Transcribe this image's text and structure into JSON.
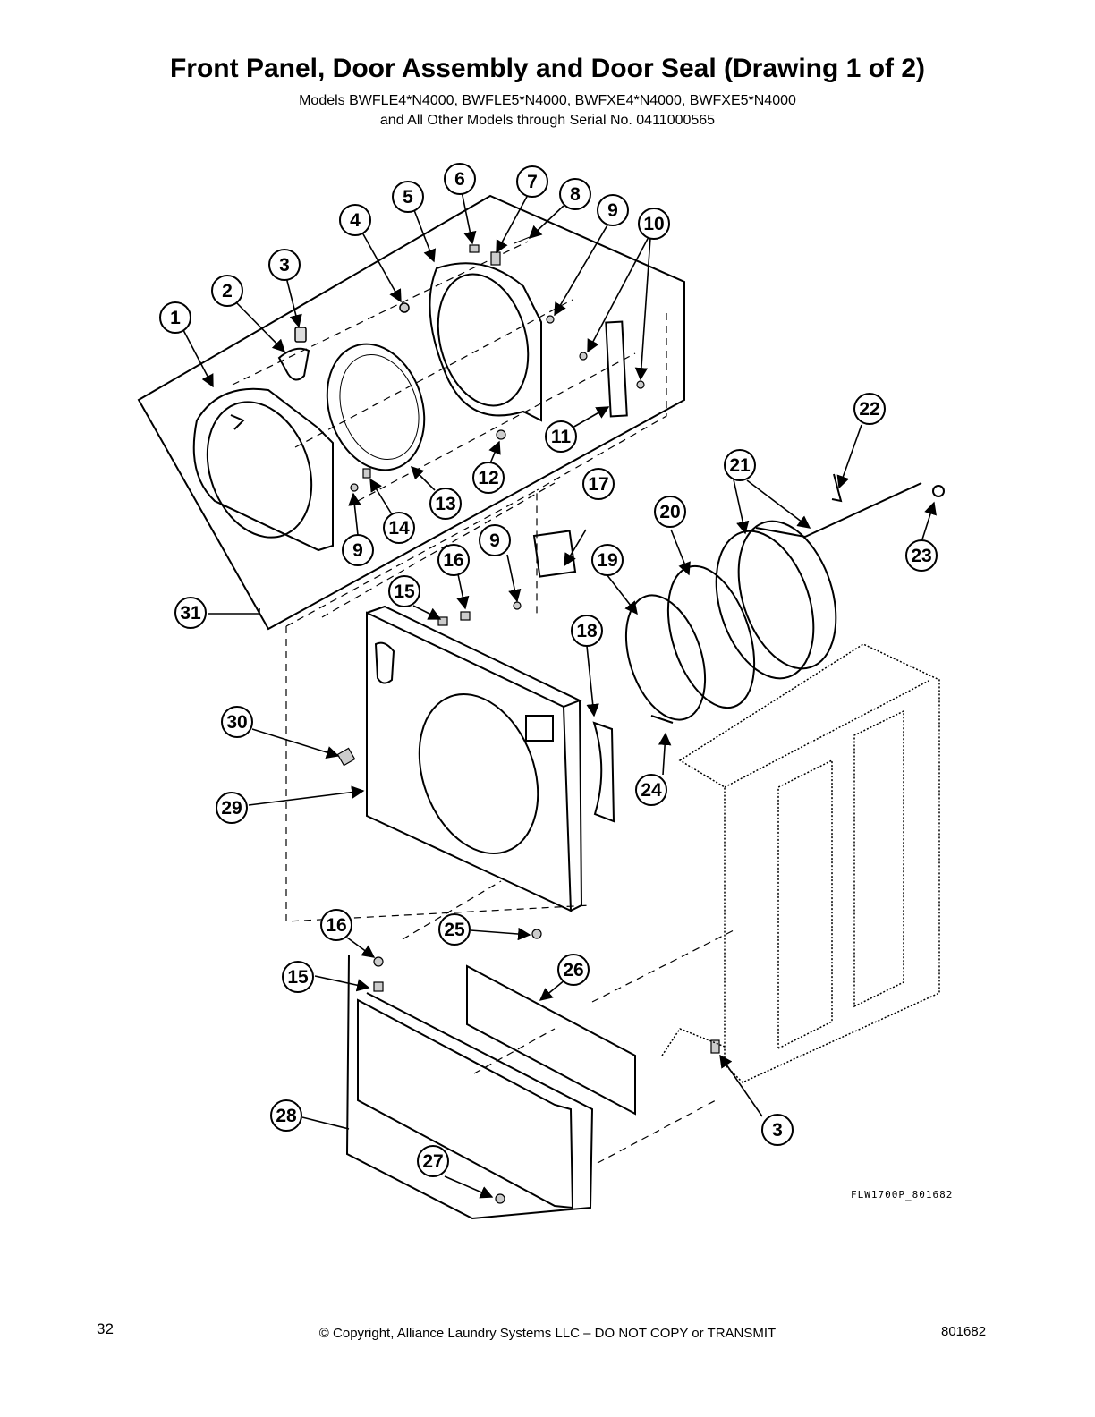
{
  "header": {
    "title": "Front Panel, Door Assembly and Door Seal (Drawing 1 of 2)",
    "subtitle_line1": "Models BWFLE4*N4000, BWFLE5*N4000, BWFXE4*N4000, BWFXE5*N4000",
    "subtitle_line2": "and All Other Models through Serial No. 0411000565"
  },
  "diagram": {
    "drawing_code": "FLW1700P_801682",
    "callouts": [
      "1",
      "2",
      "3",
      "4",
      "5",
      "6",
      "7",
      "8",
      "9",
      "10",
      "11",
      "12",
      "13",
      "14",
      "9",
      "15",
      "16",
      "9",
      "17",
      "18",
      "19",
      "20",
      "21",
      "22",
      "23",
      "24",
      "29",
      "30",
      "31",
      "16",
      "15",
      "25",
      "26",
      "28",
      "27",
      "3"
    ]
  },
  "footer": {
    "page_number": "32",
    "copyright": "© Copyright, Alliance Laundry Systems LLC – DO NOT COPY or TRANSMIT",
    "doc_number": "801682"
  }
}
